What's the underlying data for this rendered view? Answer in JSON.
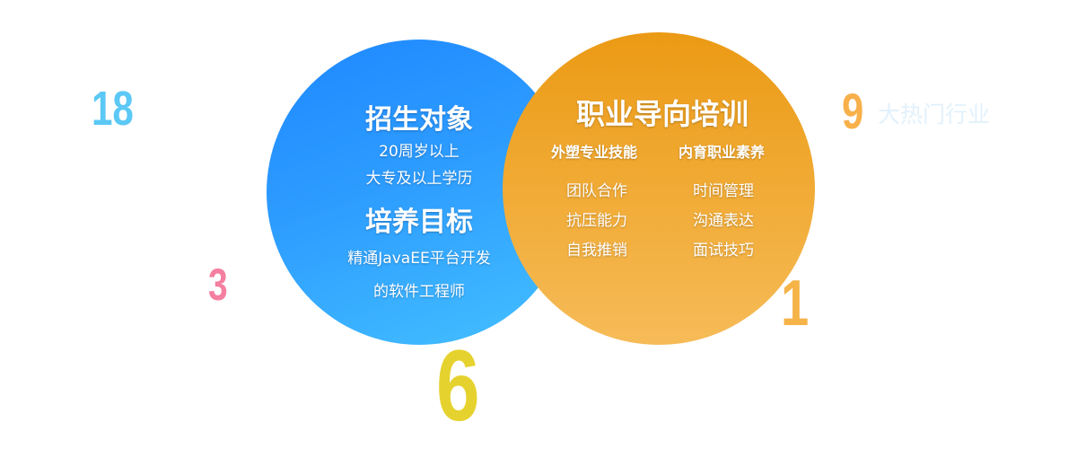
{
  "stats": {
    "n18": "18",
    "n3": "3",
    "n6": "6",
    "n1": "1",
    "n9": "9",
    "industries_label": "大热门行业"
  },
  "left_circle": {
    "title1": "招生对象",
    "line1": "20周岁以上",
    "line2": "大专及以上学历",
    "title2": "培养目标",
    "line3": "精通JavaEE平台开发",
    "line4": "的软件工程师"
  },
  "right_circle": {
    "title": "职业导向培训",
    "col1": {
      "heading": "外塑专业技能",
      "items": [
        "团队合作",
        "抗压能力",
        "自我推销"
      ]
    },
    "col2": {
      "heading": "内育职业素养",
      "items": [
        "时间管理",
        "沟通表达",
        "面试技巧"
      ]
    }
  },
  "colors": {
    "blue": "#2d9cff",
    "orange": "#f0a830",
    "yellow": "#e6d22e",
    "pink": "#f47fa0",
    "lightblue": "#5cc8f5"
  }
}
